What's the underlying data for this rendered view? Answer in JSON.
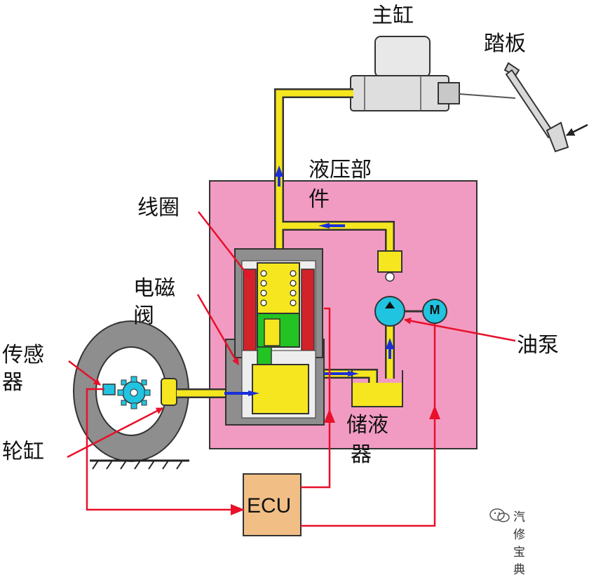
{
  "labels": {
    "master_cylinder": "主缸",
    "pedal": "踏板",
    "hydraulic_unit_line1": "液压部",
    "hydraulic_unit_line2": "件",
    "coil": "线圈",
    "solenoid_valve_line1": "电磁",
    "solenoid_valve_line2": "阀",
    "sensor_line1": "传感",
    "sensor_line2": "器",
    "pump": "油泵",
    "reservoir_line1": "储液",
    "reservoir_line2": "器",
    "wheel_cylinder": "轮缸",
    "ecu": "ECU",
    "pump_motor_symbol": "M"
  },
  "watermark": {
    "text": "汽修宝典"
  },
  "colors": {
    "hydraulic_box": "#f29bc2",
    "oil_line": "#f5e61f",
    "flow_arrow": "#1a2fd8",
    "signal_wire": "#e8102a",
    "coil": "#d2232a",
    "valve_core": "#22c322",
    "pump": "#20c4e0",
    "ecu": "#f1bf86",
    "wheel_ring": "#8e8e8e"
  }
}
